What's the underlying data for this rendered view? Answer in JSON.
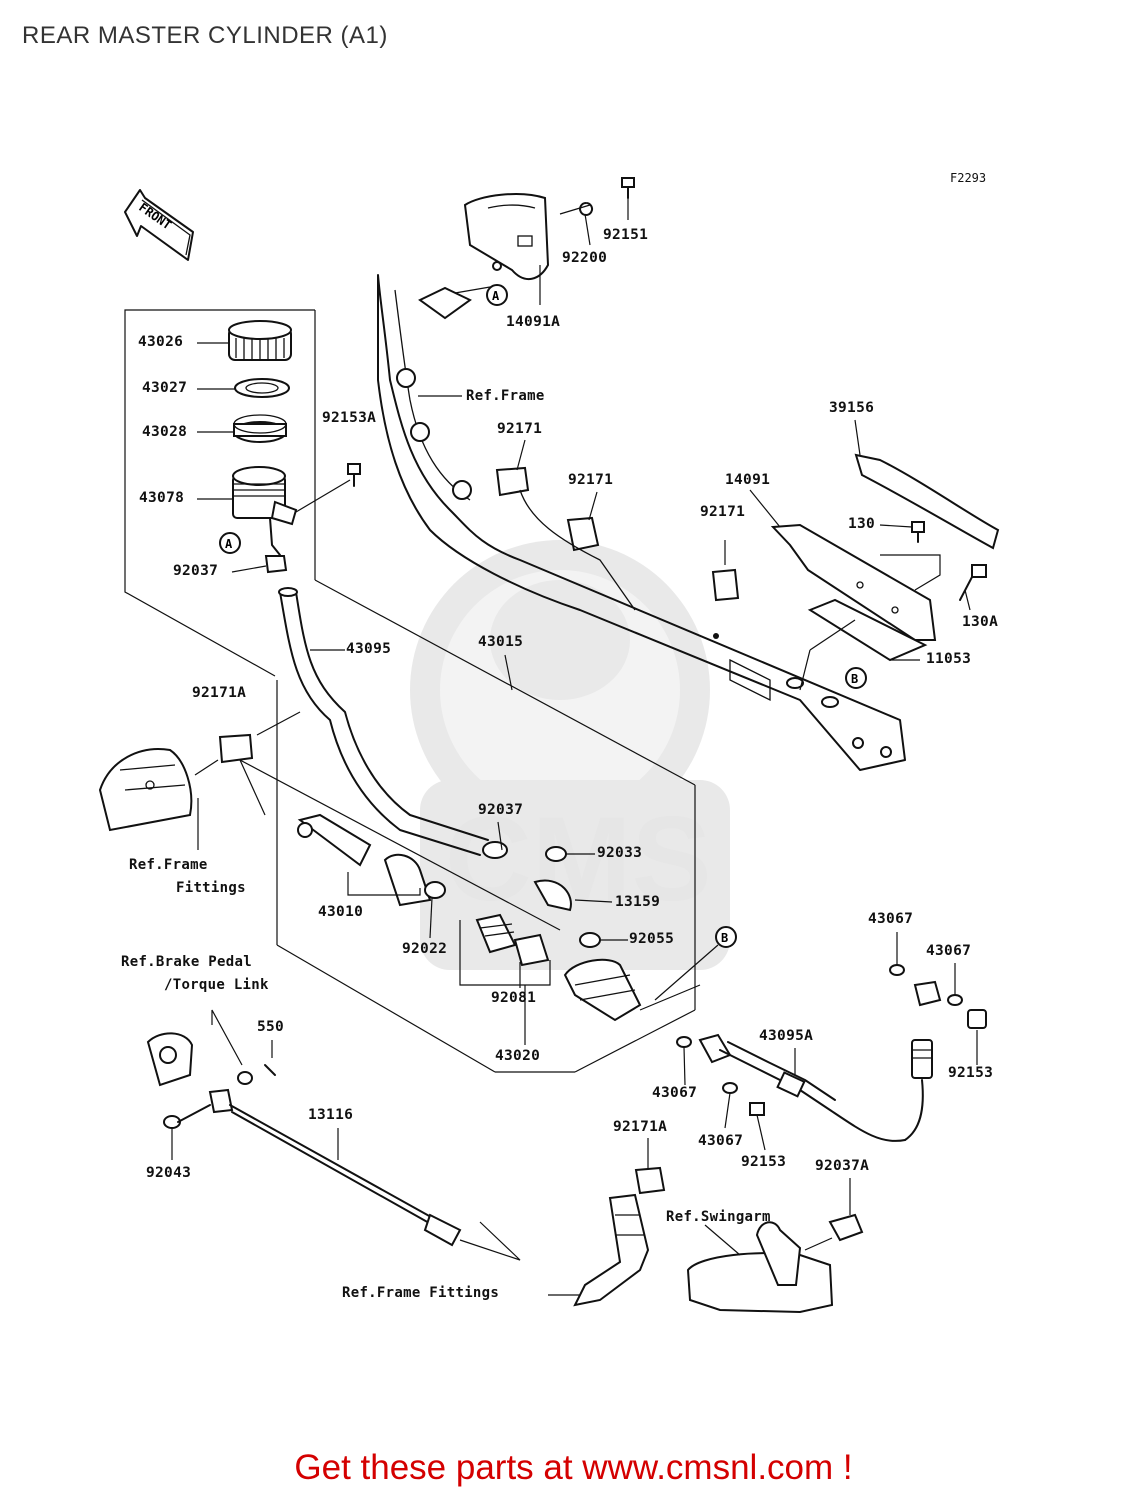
{
  "title": "REAR MASTER CYLINDER (A1)",
  "figure_code": "F2293",
  "front_marker": "FRONT",
  "watermark": "CMS",
  "footer": "Get these parts at www.cmsnl.com !",
  "callouts": {
    "a1": "A",
    "a2": "A",
    "b1": "B",
    "b2": "B"
  },
  "references": {
    "frame_top": "Ref.Frame",
    "frame_fittings_left": [
      "Ref.Frame",
      "Fittings"
    ],
    "brake_pedal": [
      "Ref.Brake Pedal",
      "/Torque Link"
    ],
    "swingarm": "Ref.Swingarm",
    "frame_fittings_bottom": "Ref.Frame Fittings"
  },
  "parts": {
    "p43026": "43026",
    "p43027": "43027",
    "p43028": "43028",
    "p43078": "43078",
    "p92037a": "92037",
    "p92153A": "92153A",
    "p92151": "92151",
    "p92200": "92200",
    "p14091A": "14091A",
    "p92171a": "92171",
    "p92171b": "92171",
    "p92171c": "92171",
    "p39156": "39156",
    "p14091": "14091",
    "p130": "130",
    "p130A": "130A",
    "p11053": "11053",
    "p43095": "43095",
    "p43015": "43015",
    "p92171A_l": "92171A",
    "p92037b": "92037",
    "p92033": "92033",
    "p13159": "13159",
    "p43010": "43010",
    "p92022": "92022",
    "p92055": "92055",
    "p92081": "92081",
    "p43020": "43020",
    "p43067a": "43067",
    "p43067b": "43067",
    "p43067c": "43067",
    "p43067d": "43067",
    "p43095A": "43095A",
    "p92153a": "92153",
    "p92153b": "92153",
    "p550": "550",
    "p13116": "13116",
    "p92043": "92043",
    "p92171A_b": "92171A",
    "p92037A": "92037A"
  }
}
